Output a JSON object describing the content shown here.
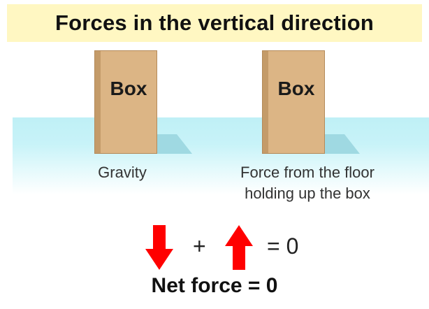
{
  "title": "Forces in the vertical direction",
  "boxes": [
    {
      "label": "Box"
    },
    {
      "label": "Box"
    }
  ],
  "captions": {
    "gravity": "Gravity",
    "floor_force_line1": "Force from the floor",
    "floor_force_line2": "holding up the box"
  },
  "equation": {
    "plus": "+",
    "equals": "= 0"
  },
  "net_force": "Net force = 0",
  "colors": {
    "banner": "#fff7c2",
    "box": "#dcb585",
    "floor": "#bff0f6",
    "arrow": "#ff0000"
  },
  "icons": {
    "gravity_arrow": "arrow-down-icon",
    "support_arrow": "arrow-up-icon"
  }
}
